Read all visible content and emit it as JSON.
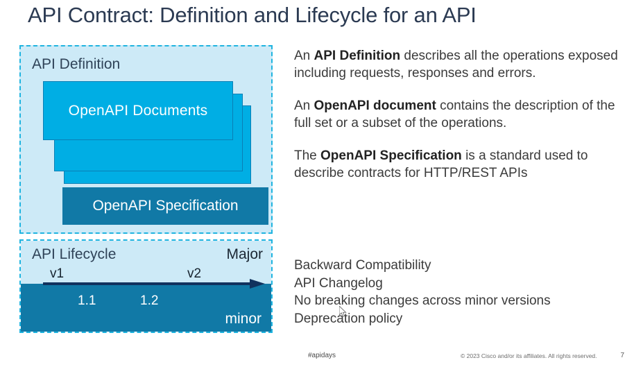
{
  "slide": {
    "title": "API Contract: Definition and Lifecycle for an API"
  },
  "diagram": {
    "definition_panel": {
      "heading": "API Definition",
      "documents_card_label": "OpenAPI Documents",
      "specification_bar_label": "OpenAPI Specification",
      "card_count": 3
    },
    "lifecycle_panel": {
      "heading": "API Lifecycle",
      "major_label": "Major",
      "minor_label": "minor",
      "major_versions": [
        "v1",
        "v2"
      ],
      "minor_versions": [
        "1.1",
        "1.2"
      ],
      "arrow_direction": "left-to-right"
    }
  },
  "body": {
    "paragraphs": [
      {
        "lead": "An ",
        "bold": "API Definition",
        "rest": " describes all the operations exposed including requests, responses and errors."
      },
      {
        "lead": "An ",
        "bold": "OpenAPI document",
        "rest": " contains the description of the full set or a subset of the operations."
      },
      {
        "lead": "The ",
        "bold": "OpenAPI Specification",
        "rest": " is a standard used to describe contracts for HTTP/REST APIs"
      }
    ],
    "bullets": [
      "Backward Compatibility",
      "API Changelog",
      "No breaking changes across minor versions",
      "Deprecation policy"
    ]
  },
  "footer": {
    "hashtag": "#apidays",
    "copyright": "© 2023  Cisco and/or its affiliates. All rights reserved.",
    "page_number": "7"
  },
  "colors": {
    "title_text": "#2b3a52",
    "panel_background": "#cdeaf7",
    "panel_border": "#1fb4e0",
    "card_fill": "#00aee4",
    "card_border": "#0a7fb5",
    "deep_bar": "#1179a6",
    "arrow": "#11325e",
    "body_text": "#3b3b3b"
  }
}
